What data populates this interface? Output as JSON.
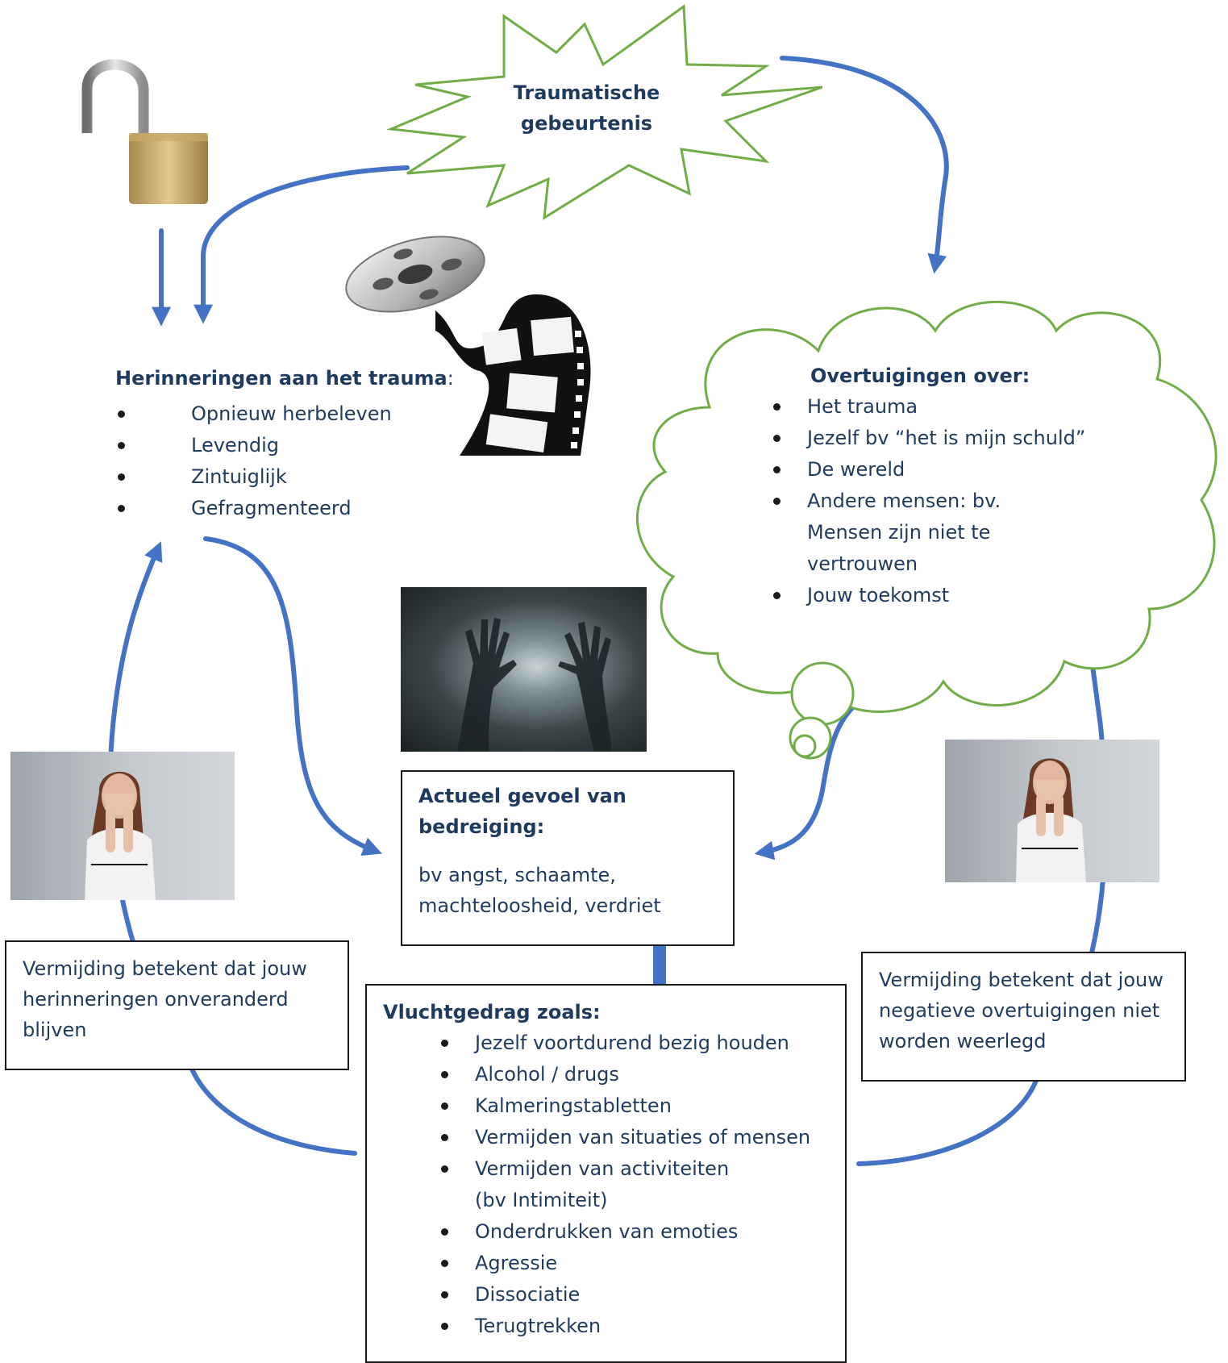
{
  "trauma_event": {
    "line1": "Traumatische",
    "line2": "gebeurtenis"
  },
  "memories": {
    "title": "Herinneringen aan het trauma",
    "title_suffix": ":",
    "items": [
      "Opnieuw herbeleven",
      "Levendig",
      "Zintuiglijk",
      "Gefragmenteerd"
    ]
  },
  "beliefs": {
    "title": "Overtuigingen over:",
    "items": [
      "Het trauma",
      "Jezelf bv “het is mijn schuld”",
      "De wereld",
      "Andere mensen: bv. Mensen zijn niet te vertrouwen",
      "Jouw toekomst"
    ]
  },
  "threat": {
    "title": "Actueel gevoel van bedreiging:",
    "body": "bv angst, schaamte, machteloosheid, verdriet"
  },
  "avoidance_left": {
    "text": "Vermijding betekent dat jouw herinneringen onveranderd blijven"
  },
  "avoidance_right": {
    "text": "Vermijding betekent dat jouw negatieve overtuigingen niet worden weerlegd"
  },
  "escape": {
    "title": "Vluchtgedrag zoals:",
    "items": [
      "Jezelf voortdurend bezig houden",
      "Alcohol / drugs",
      "Kalmeringstabletten",
      "Vermijden van situaties of mensen",
      "Vermijden van activiteiten (bv Intimiteit)",
      "Onderdrukken van emoties",
      "Agressie",
      "Dissociatie",
      "Terugtrekken"
    ]
  },
  "colors": {
    "arrow": "#4472c4",
    "shape_outline": "#70ad47",
    "text": "#1f3a5f"
  },
  "icons": [
    "padlock-icon",
    "film-reel-icon",
    "shadow-hands-photo",
    "covering-face-photo"
  ]
}
